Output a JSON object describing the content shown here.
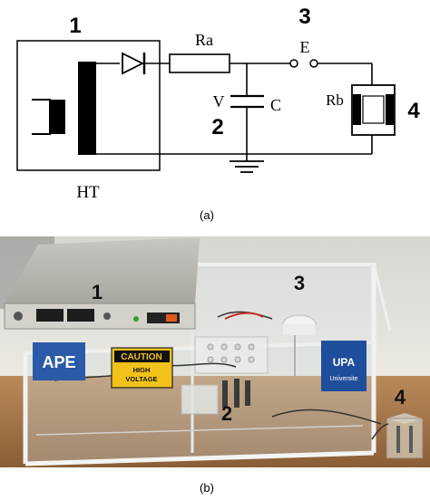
{
  "panel_a": {
    "caption": "(a)",
    "labels": {
      "block_1": "1",
      "block_2": "2",
      "block_3": "3",
      "block_4": "4",
      "ht": "HT",
      "ra": "Ra",
      "e": "E",
      "v": "V",
      "c": "C",
      "rb": "Rb"
    }
  },
  "panel_b": {
    "caption": "(b)",
    "labels": {
      "part_1": "1",
      "part_2": "2",
      "part_3": "3",
      "part_4": "4"
    },
    "caution_sign": {
      "title": "CAUTION",
      "line1": "HIGH",
      "line2": "VOLTAGE"
    },
    "logo_left": "APE",
    "logo_right_text": "Universite",
    "logo_right_brand": "UPA"
  }
}
